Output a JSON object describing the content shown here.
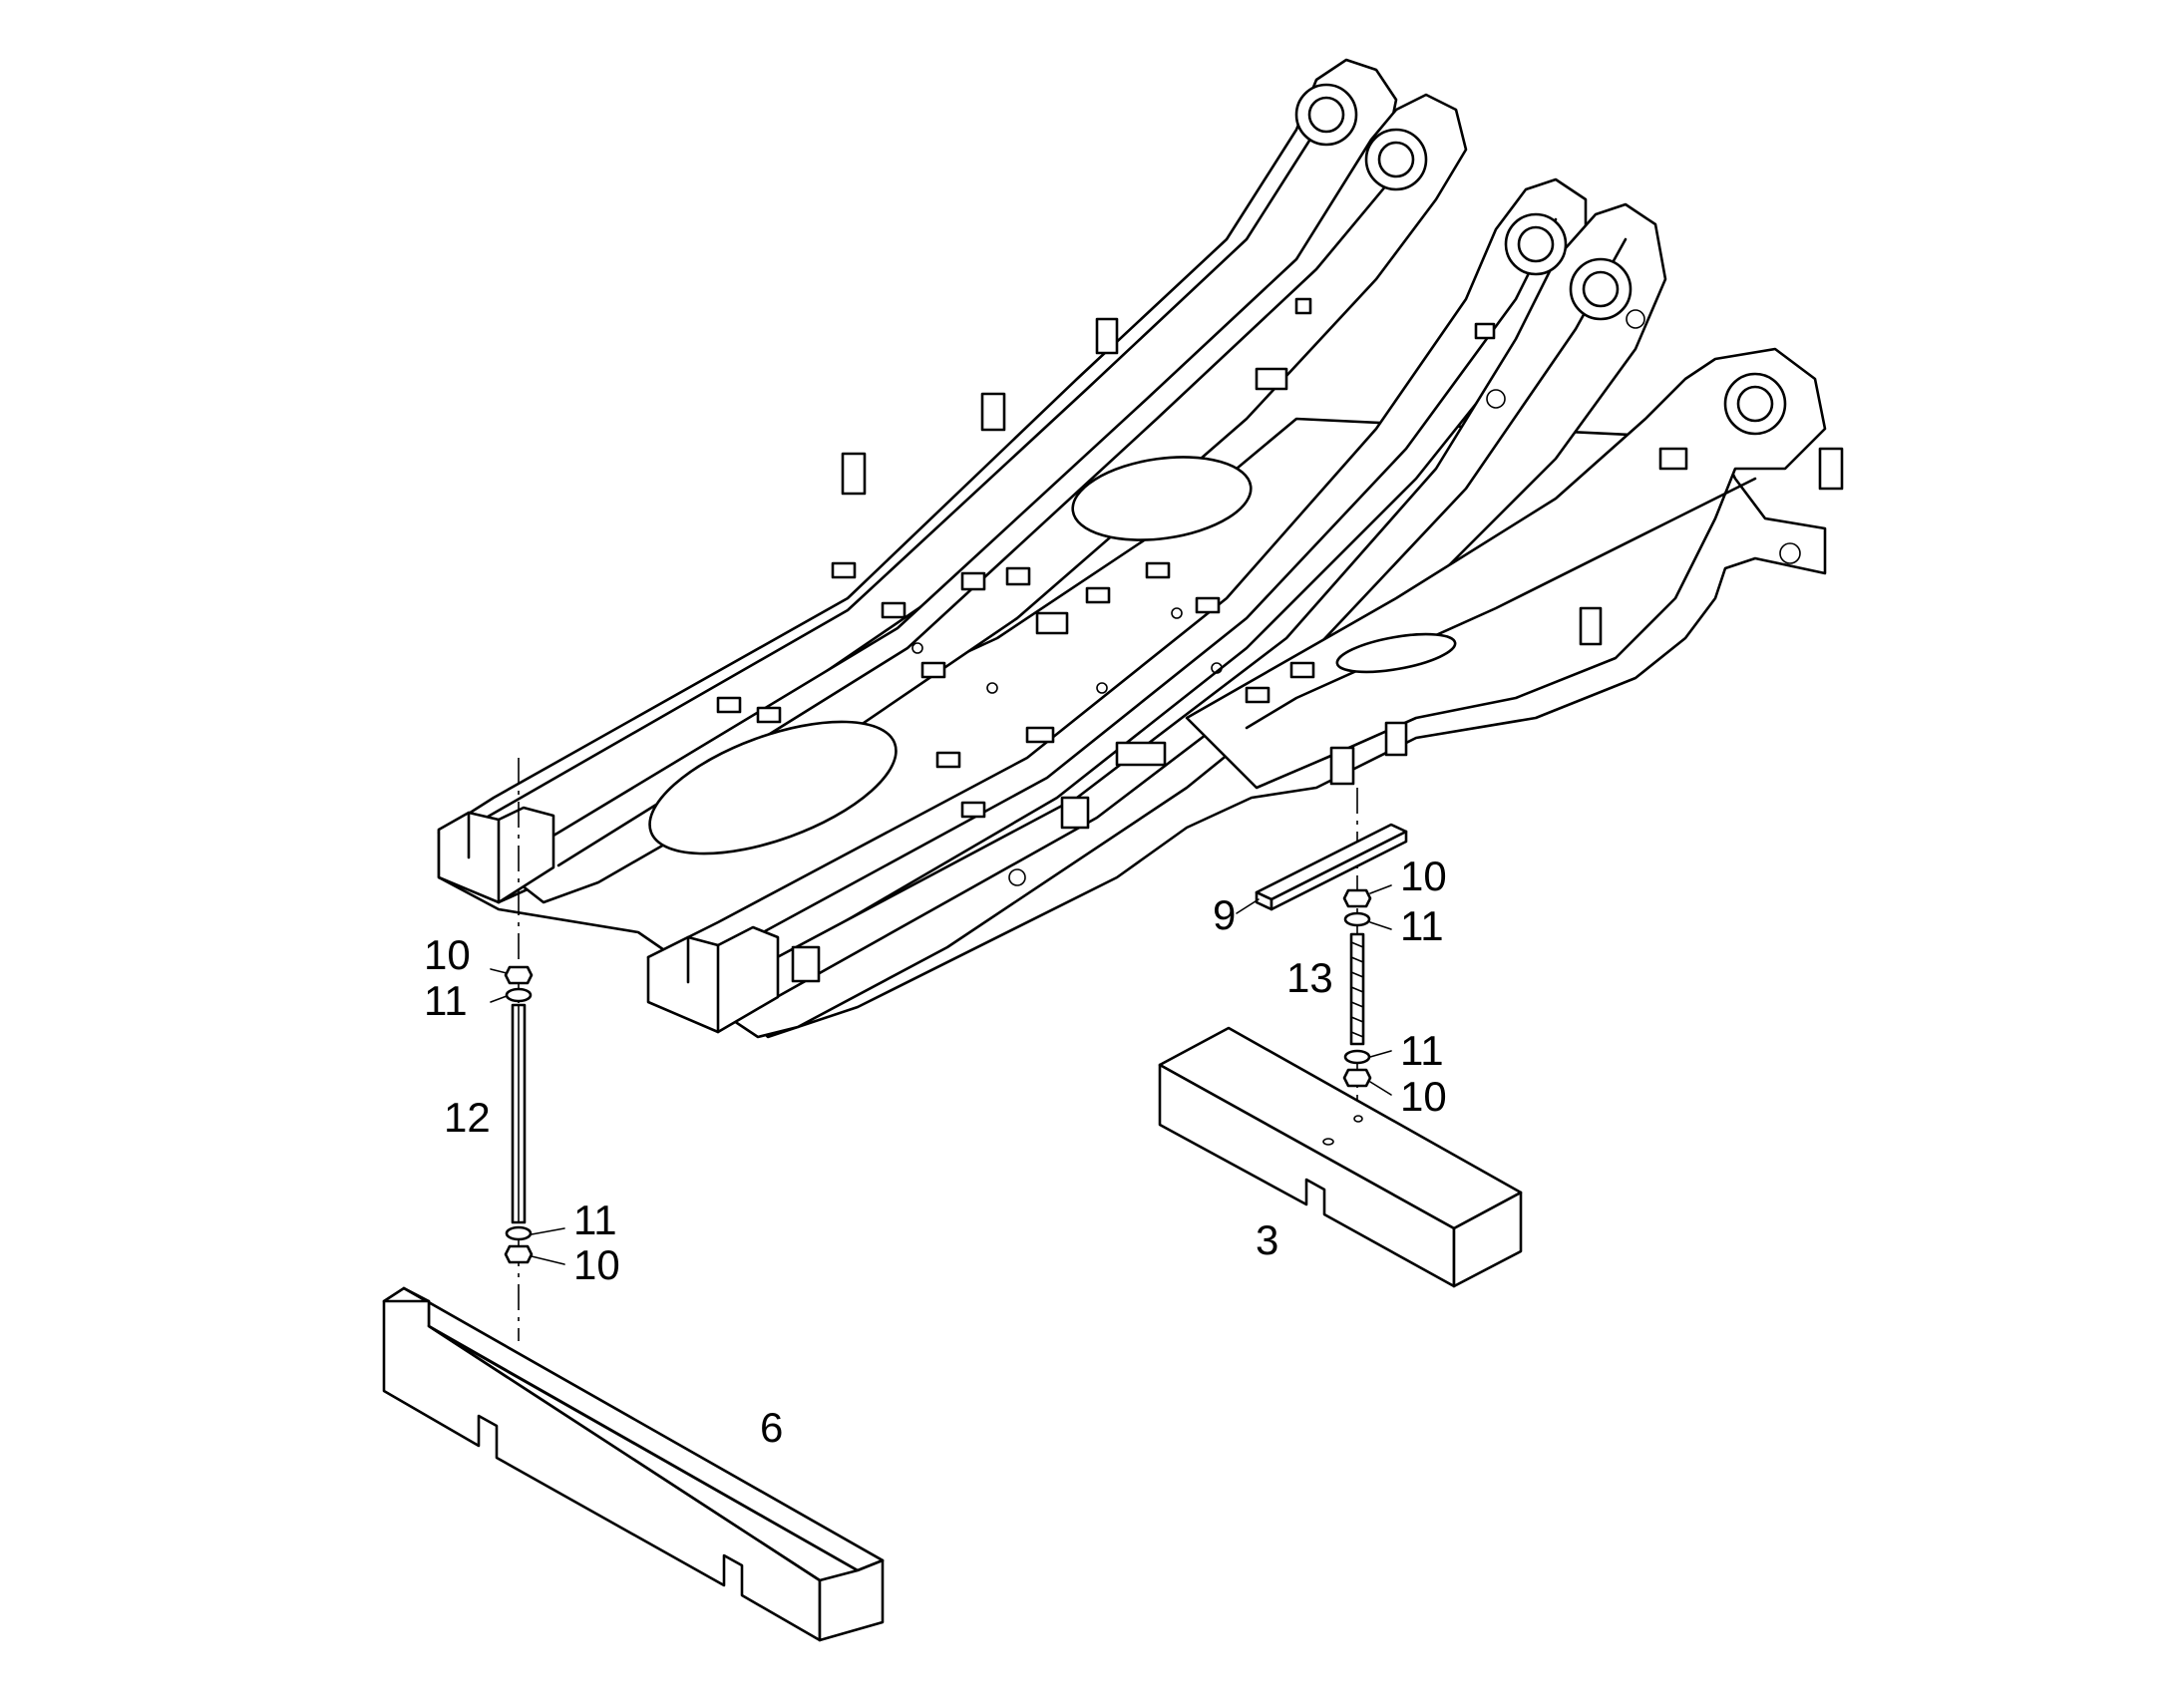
{
  "callouts": [
    {
      "id": "c10a",
      "text": "10"
    },
    {
      "id": "c11a",
      "text": "11"
    },
    {
      "id": "c12",
      "text": "12"
    },
    {
      "id": "c11b",
      "text": "11"
    },
    {
      "id": "c10b",
      "text": "10"
    },
    {
      "id": "c6",
      "text": "6"
    },
    {
      "id": "c9",
      "text": "9"
    },
    {
      "id": "c10c",
      "text": "10"
    },
    {
      "id": "c11c",
      "text": "11"
    },
    {
      "id": "c13",
      "text": "13"
    },
    {
      "id": "c11d",
      "text": "11"
    },
    {
      "id": "c10d",
      "text": "10"
    },
    {
      "id": "c3",
      "text": "3"
    }
  ]
}
